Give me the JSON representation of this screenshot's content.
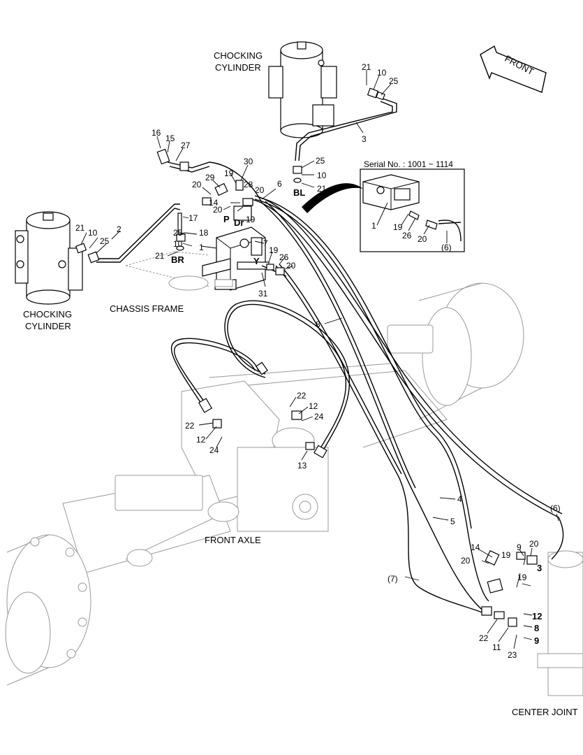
{
  "labels": {
    "chocking_cylinder_top_1": "CHOCKING",
    "chocking_cylinder_top_2": "CYLINDER",
    "chocking_cylinder_left_1": "CHOCKING",
    "chocking_cylinder_left_2": "CYLINDER",
    "chassis_frame": "CHASSIS FRAME",
    "front_axle": "FRONT AXLE",
    "center_joint": "CENTER JOINT",
    "front": "FRONT",
    "serial": "Serial No. : 1001 ~ 1114"
  },
  "ports": {
    "p": "P",
    "dr": "Dr",
    "y": "Y",
    "br": "BR",
    "bl": "BL"
  },
  "parts": {
    "n1": "1",
    "n2": "2",
    "n3": "3",
    "n4": "4",
    "n5": "5",
    "n6": "6",
    "n7": "7",
    "n8": "8",
    "n9": "9",
    "n10": "10",
    "n11": "11",
    "n12": "12",
    "n13": "13",
    "n14": "14",
    "n15": "15",
    "n16": "16",
    "n17": "17",
    "n18": "18",
    "n19": "19",
    "n20": "20",
    "n21": "21",
    "n22": "22",
    "n23": "23",
    "n24": "24",
    "n25": "25",
    "n26": "26",
    "n27": "27",
    "n28": "28",
    "n29": "29",
    "n30": "30",
    "n31": "31",
    "ref6": "(6)",
    "ref7": "(7)"
  }
}
